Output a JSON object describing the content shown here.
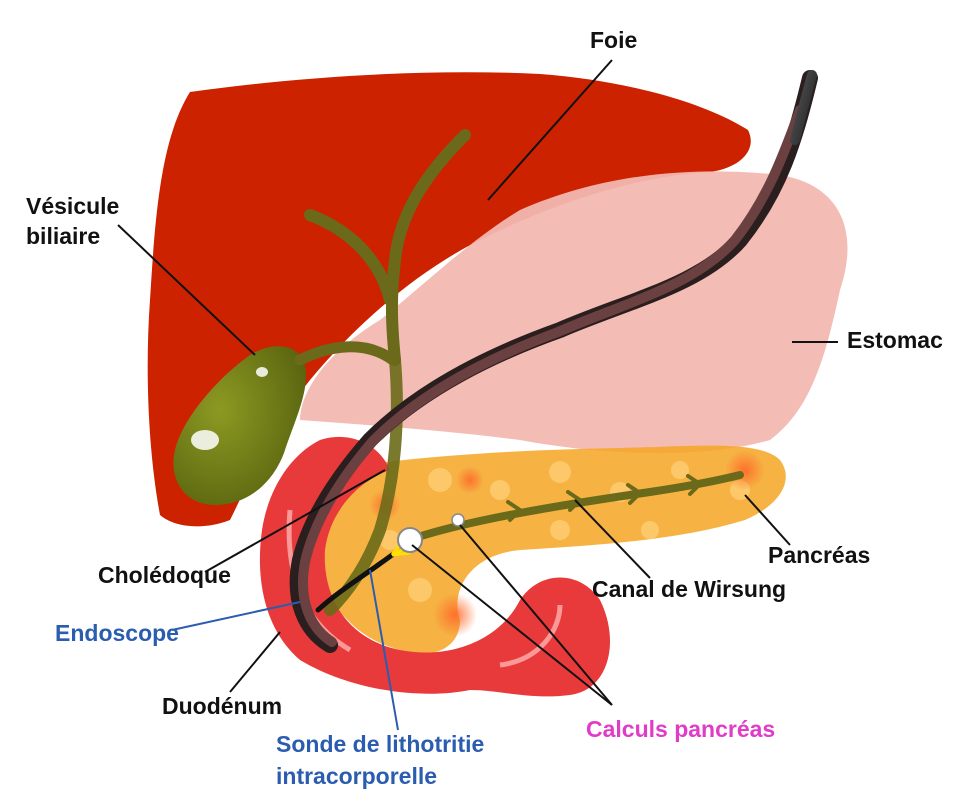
{
  "labels": {
    "foie": "Foie",
    "vesicule_line1": "Vésicule",
    "vesicule_line2": "biliaire",
    "estomac": "Estomac",
    "choledoque": "Cholédoque",
    "endoscope": "Endoscope",
    "pancreas": "Pancréas",
    "wirsung": "Canal de Wirsung",
    "duodenum": "Duodénum",
    "sonde_line1": "Sonde de lithotritie",
    "sonde_line2": "intracorporelle",
    "calculs": "Calculs pancréas"
  },
  "colors": {
    "liver": "#cc2200",
    "stomach": "#f2b8b0",
    "gallbladder": "#6e7a18",
    "bile_duct": "#6b6a1a",
    "duodenum": "#e83a3a",
    "pancreas": "#f5a623",
    "endoscope": "#6b4040",
    "label_black": "#111111",
    "label_blue": "#2a5db0",
    "label_pink": "#e03cc8"
  }
}
